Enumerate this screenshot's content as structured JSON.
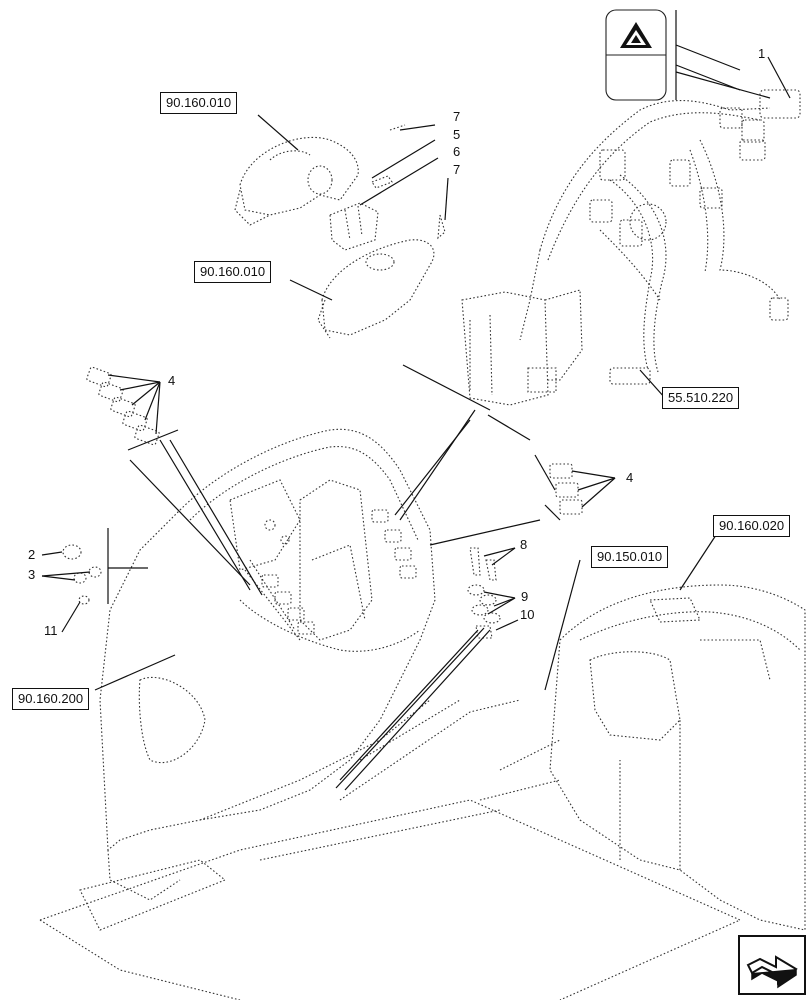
{
  "references": [
    {
      "id": "ref-90-160-010-top",
      "text": "90.160.010"
    },
    {
      "id": "ref-90-160-010-mid",
      "text": "90.160.010"
    },
    {
      "id": "ref-55-510-220",
      "text": "55.510.220"
    },
    {
      "id": "ref-90-160-020",
      "text": "90.160.020"
    },
    {
      "id": "ref-90-150-010",
      "text": "90.150.010"
    },
    {
      "id": "ref-90-160-200",
      "text": "90.160.200"
    }
  ],
  "callouts": {
    "c1": "1",
    "c7a": "7",
    "c5": "5",
    "c6": "6",
    "c7b": "7",
    "c4a": "4",
    "c4b": "4",
    "c8": "8",
    "c9": "9",
    "c10": "10",
    "c2": "2",
    "c3": "3",
    "c11": "11"
  },
  "icons": {
    "hazard_switch": "hazard-warning-triangle-icon",
    "navigation": "next-page-arrow-icon"
  },
  "colors": {
    "line": "#111111",
    "dotted": "#333333",
    "background": "#ffffff"
  }
}
